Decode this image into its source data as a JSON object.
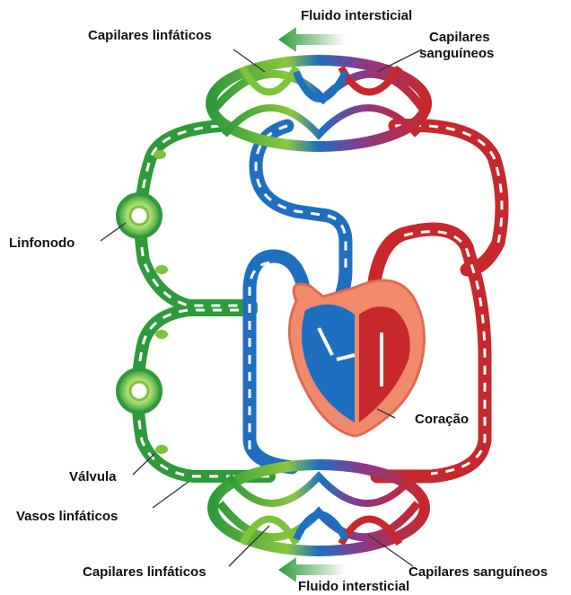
{
  "labels": {
    "fluid_top": "Fluido  intersticial",
    "lymph_cap_top": "Capilares linfáticos",
    "blood_cap_top_1": "Capilares",
    "blood_cap_top_2": "sanguíneos",
    "lymph_node": "Linfonodo",
    "heart": "Coração",
    "valve": "Válvula",
    "lymph_vessels": "Vasos linfáticos",
    "lymph_cap_bottom": "Capilares linfáticos",
    "blood_cap_bottom": "Capilares sanguíneos",
    "fluid_bottom": "Fluido intersticial"
  },
  "colors": {
    "lymph_green": "#2e9a3a",
    "lymph_light": "#7cc43a",
    "vein_blue": "#1f6fc0",
    "artery_red": "#c8282c",
    "heart_peach": "#f08a6a",
    "arrow_white": "#ffffff"
  }
}
